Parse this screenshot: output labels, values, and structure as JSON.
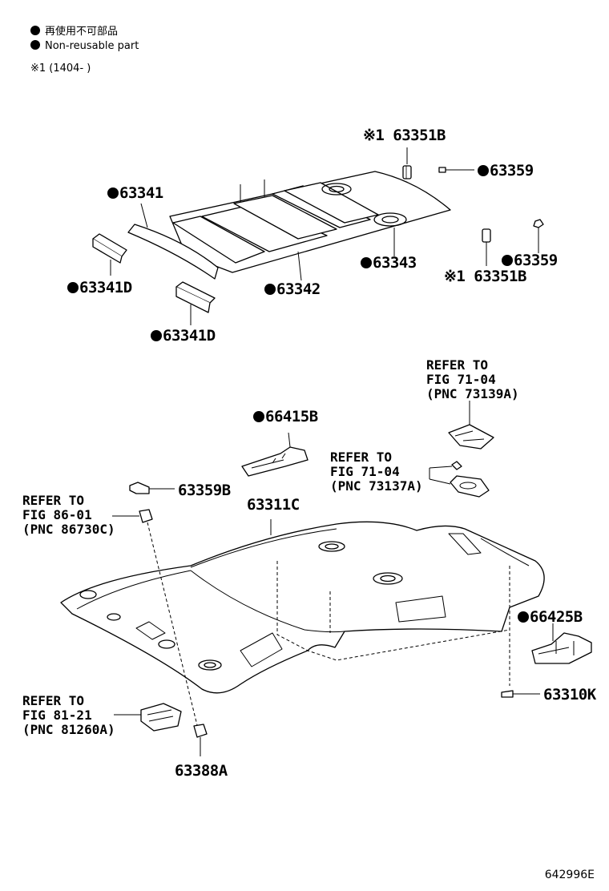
{
  "legend": {
    "line1": "再使用不可部品",
    "line2": "Non-reusable part"
  },
  "note": "※1 (1404-     )",
  "labels": {
    "p63351B_top": "※1 63351B",
    "p63359_top": "63359",
    "p63341": "63341",
    "p63341D_a": "63341D",
    "p63341D_b": "63341D",
    "p63342": "63342",
    "p63343": "63343",
    "p63359_right": "63359",
    "p63351B_bottom": "※1 63351B",
    "p66415B": "66415B",
    "p63359B": "63359B",
    "p63311C": "63311C",
    "p66425B": "66425B",
    "p63310K": "63310K",
    "p63388A": "63388A"
  },
  "refs": {
    "ref_73139A": "REFER TO\nFIG 71-04\n(PNC 73139A)",
    "ref_73137A": "REFER TO\nFIG 71-04\n(PNC 73137A)",
    "ref_86730C": "REFER TO\nFIG 86-01\n(PNC 86730C)",
    "ref_81260A": "REFER TO\nFIG 81-21\n(PNC 81260A)"
  },
  "figure_code": "642996E"
}
